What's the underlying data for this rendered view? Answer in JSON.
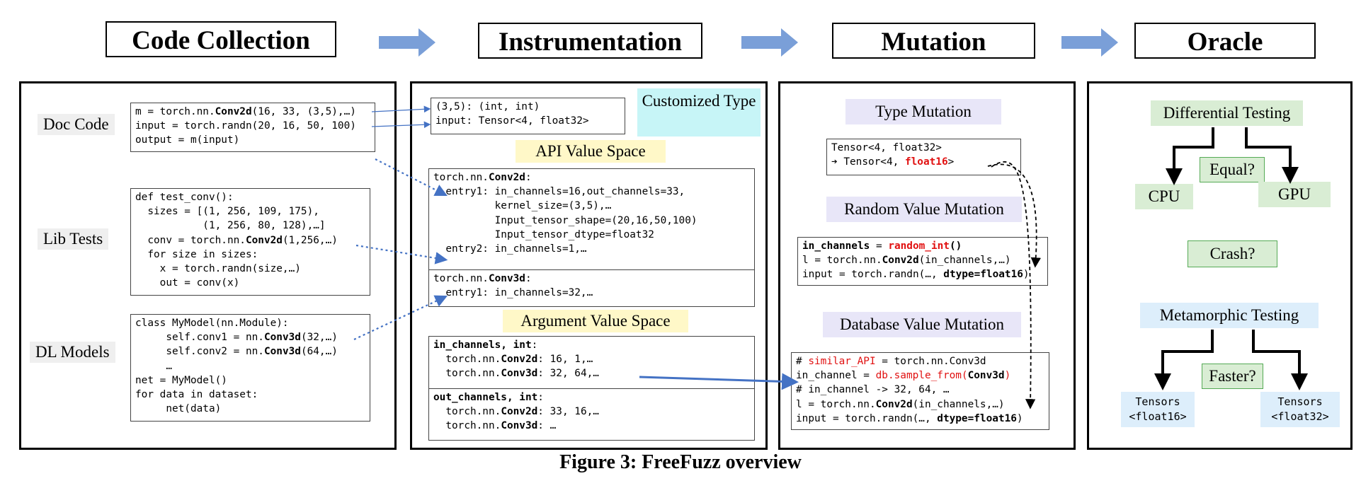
{
  "stages": {
    "code_collection": "Code Collection",
    "instrumentation": "Instrumentation",
    "mutation": "Mutation",
    "oracle": "Oracle"
  },
  "collection": {
    "doc_code_label": "Doc Code",
    "lib_tests_label": "Lib Tests",
    "dl_models_label": "DL Models",
    "doc_code": [
      [
        {
          "t": "m = torch.nn."
        },
        {
          "t": "Conv2d",
          "b": true
        },
        {
          "t": "(16, 33, (3,5),…)"
        }
      ],
      [
        {
          "t": "input = torch.randn(20, 16, 50, 100)"
        }
      ],
      [
        {
          "t": "output = m(input)"
        }
      ]
    ],
    "lib_tests": [
      [
        {
          "t": "def test_conv():"
        }
      ],
      [
        {
          "t": "  sizes = [(1, 256, 109, 175),"
        }
      ],
      [
        {
          "t": "           (1, 256, 80, 128),…]"
        }
      ],
      [
        {
          "t": "  conv = torch.nn."
        },
        {
          "t": "Conv2d",
          "b": true
        },
        {
          "t": "(1,256,…)"
        }
      ],
      [
        {
          "t": "  for size in sizes:"
        }
      ],
      [
        {
          "t": "    x = torch.randn(size,…)"
        }
      ],
      [
        {
          "t": "    out = conv(x)"
        }
      ]
    ],
    "dl_models": [
      [
        {
          "t": "class MyModel(nn.Module):"
        }
      ],
      [
        {
          "t": "     self.conv1 = nn."
        },
        {
          "t": "Conv3d",
          "b": true
        },
        {
          "t": "(32,…)"
        }
      ],
      [
        {
          "t": "     self.conv2 = nn."
        },
        {
          "t": "Conv3d",
          "b": true
        },
        {
          "t": "(64,…)"
        }
      ],
      [
        {
          "t": "     …"
        }
      ],
      [
        {
          "t": "net = MyModel()"
        }
      ],
      [
        {
          "t": "for data in dataset:"
        }
      ],
      [
        {
          "t": "     net(data)"
        }
      ]
    ]
  },
  "instrumentation": {
    "type_box": [
      [
        {
          "t": "(3,5): (int, int)"
        }
      ],
      [
        {
          "t": "input: Tensor<4, float32>"
        }
      ]
    ],
    "customized_type": "Customized Type",
    "api_value_space": "API Value Space",
    "api_conv2d": [
      [
        {
          "t": "torch.nn."
        },
        {
          "t": "Conv2d",
          "b": true
        },
        {
          "t": ":"
        }
      ],
      [
        {
          "t": "  entry1: in_channels=16,out_channels=33,"
        }
      ],
      [
        {
          "t": "          kernel_size=(3,5),…"
        }
      ],
      [
        {
          "t": "          Input_tensor_shape=(20,16,50,100)"
        }
      ],
      [
        {
          "t": "          Input_tensor_dtype=float32"
        }
      ],
      [
        {
          "t": "  entry2: in_channels=1,…"
        }
      ]
    ],
    "api_conv3d": [
      [
        {
          "t": "torch.nn."
        },
        {
          "t": "Conv3d",
          "b": true
        },
        {
          "t": ":"
        }
      ],
      [
        {
          "t": "  entry1: in_channels=32,…"
        }
      ]
    ],
    "argument_value_space": "Argument Value Space",
    "arg_in_channels": [
      [
        {
          "t": "in_channels, int",
          "b": true
        },
        {
          "t": ":"
        }
      ],
      [
        {
          "t": "  torch.nn."
        },
        {
          "t": "Conv2d",
          "b": true
        },
        {
          "t": ": 16, 1,…"
        }
      ],
      [
        {
          "t": "  torch.nn."
        },
        {
          "t": "Conv3d",
          "b": true
        },
        {
          "t": ": 32, 64,…"
        }
      ]
    ],
    "arg_out_channels": [
      [
        {
          "t": "out_channels, int",
          "b": true
        },
        {
          "t": ":"
        }
      ],
      [
        {
          "t": "  torch.nn."
        },
        {
          "t": "Conv2d",
          "b": true
        },
        {
          "t": ": 33, 16,…"
        }
      ],
      [
        {
          "t": "  torch.nn."
        },
        {
          "t": "Conv3d",
          "b": true
        },
        {
          "t": ": …"
        }
      ]
    ]
  },
  "mutation": {
    "type_mutation": "Type Mutation",
    "type_code": [
      [
        {
          "t": "Tensor<4, float32>"
        }
      ],
      [
        {
          "t": "➔ Tensor<4, "
        },
        {
          "t": "float16",
          "b": true,
          "c": "red"
        },
        {
          "t": ">"
        }
      ]
    ],
    "random_value_mutation": "Random Value Mutation",
    "random_code": [
      [
        {
          "t": "in_channels",
          "b": true
        },
        {
          "t": " = "
        },
        {
          "t": "random_int",
          "b": true,
          "c": "red"
        },
        {
          "t": "()",
          "b": true
        }
      ],
      [
        {
          "t": "l = torch.nn."
        },
        {
          "t": "Conv2d",
          "b": true
        },
        {
          "t": "(in_channels,…)"
        }
      ],
      [
        {
          "t": "input = torch.randn(…, "
        },
        {
          "t": "dtype=float16",
          "b": true
        },
        {
          "t": ")"
        }
      ]
    ],
    "database_value_mutation": "Database Value Mutation",
    "database_code": [
      [
        {
          "t": "# "
        },
        {
          "t": "similar_API",
          "c": "red"
        },
        {
          "t": " = torch.nn.Conv3d"
        }
      ],
      [
        {
          "t": "in_channel = "
        },
        {
          "t": "db.sample_from(",
          "c": "red"
        },
        {
          "t": "Conv3d",
          "b": true
        },
        {
          "t": ")",
          "c": "red"
        }
      ],
      [
        {
          "t": "# in_channel -> 32, 64, …"
        }
      ],
      [
        {
          "t": "l = torch.nn."
        },
        {
          "t": "Conv2d",
          "b": true
        },
        {
          "t": "(in_channels,…)"
        }
      ],
      [
        {
          "t": "input = torch.randn(…, "
        },
        {
          "t": "dtype=float16",
          "b": true
        },
        {
          "t": ")"
        }
      ]
    ]
  },
  "oracle": {
    "differential_testing": "Differential Testing",
    "equal": "Equal?",
    "cpu": "CPU",
    "gpu": "GPU",
    "crash": "Crash?",
    "metamorphic_testing": "Metamorphic Testing",
    "faster": "Faster?",
    "tensors_left": "Tensors\n<float16>",
    "tensors_right": "Tensors\n<float32>"
  },
  "caption": "Figure 3: FreeFuzz overview",
  "colors": {
    "arrow_blue": "#7a9fd8",
    "connector_blue": "#4472c4",
    "highlight_red": "#e11111"
  }
}
